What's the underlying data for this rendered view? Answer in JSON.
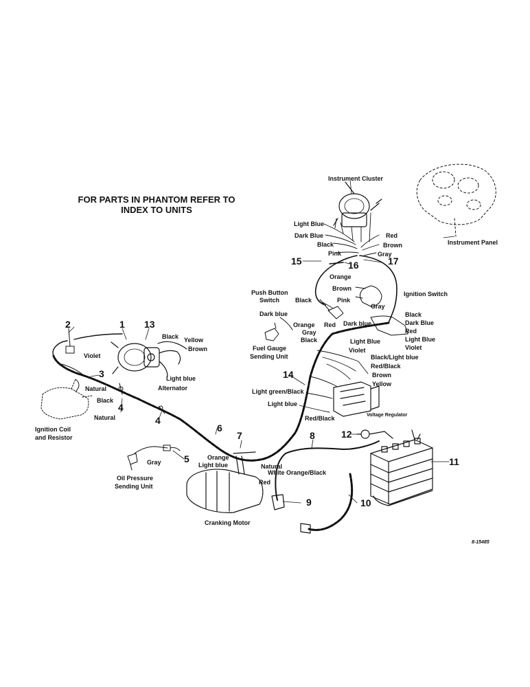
{
  "title": {
    "line1": "FOR PARTS IN PHANTOM REFER TO",
    "line2": "INDEX TO UNITS"
  },
  "drawing_code": "8-15485",
  "components": {
    "instrument_cluster": "Instrument Cluster",
    "instrument_panel": "Instrument Panel",
    "ignition_switch": "Ignition Switch",
    "push_button_switch_1": "Push Button",
    "push_button_switch_2": "Switch",
    "fuel_gauge_1": "Fuel Gauge",
    "fuel_gauge_2": "Sending Unit",
    "alternator": "Alternator",
    "ignition_coil_1": "Ignition Coil",
    "ignition_coil_2": "and Resistor",
    "oil_pressure_1": "Oil Pressure",
    "oil_pressure_2": "Sending Unit",
    "cranking_motor": "Cranking Motor",
    "voltage_regulator": "Voltage Regulator"
  },
  "wires": {
    "cluster_light_blue": "Light Blue",
    "cluster_dark_blue": "Dark Blue",
    "cluster_black": "Black",
    "cluster_pink": "Pink",
    "cluster_red": "Red",
    "cluster_brown": "Brown",
    "cluster_gray": "Gray",
    "sw_orange": "Orange",
    "sw_brown": "Brown",
    "sw_black": "Black",
    "sw_pink": "Pink",
    "sw_gray": "Gray",
    "ign_black": "Black",
    "ign_dark_blue": "Dark Blue",
    "ign_red": "Red",
    "ign_light_blue": "Light Blue",
    "ign_violet": "Violet",
    "fuel_dark_blue": "Dark blue",
    "mid_orange": "Orange",
    "mid_red": "Red",
    "mid_dark_blue": "Dark blue",
    "mid_gray": "Gray",
    "mid_black": "Black",
    "mid_light_blue": "Light Blue",
    "mid_violet": "Violet",
    "reg_black_light_blue": "Black/Light blue",
    "reg_red_black": "Red/Black",
    "reg_brown": "Brown",
    "reg_yellow": "Yellow",
    "reg_light_green_black": "Light green/Black",
    "reg_light_blue": "Light blue",
    "reg_red_black_lower": "Red/Black",
    "alt_black": "Black",
    "alt_yellow": "Yellow",
    "alt_brown": "Brown",
    "alt_light_blue": "Light blue",
    "left_violet": "Violet",
    "left_natural": "Natural",
    "left_black": "Black",
    "left_natural_lower": "Natural",
    "oil_gray": "Gray",
    "crank_orange": "Orange",
    "crank_light_blue": "Light blue",
    "crank_natural": "Natural",
    "crank_white_orange_black": "White Orange/Black",
    "crank_red": "Red"
  },
  "callouts": {
    "n1": "1",
    "n2": "2",
    "n3": "3",
    "n4a": "4",
    "n4b": "4",
    "n5": "5",
    "n6": "6",
    "n7": "7",
    "n8": "8",
    "n9": "9",
    "n10": "10",
    "n11": "11",
    "n12": "12",
    "n13": "13",
    "n14": "14",
    "n15": "15",
    "n16": "16",
    "n17": "17"
  }
}
